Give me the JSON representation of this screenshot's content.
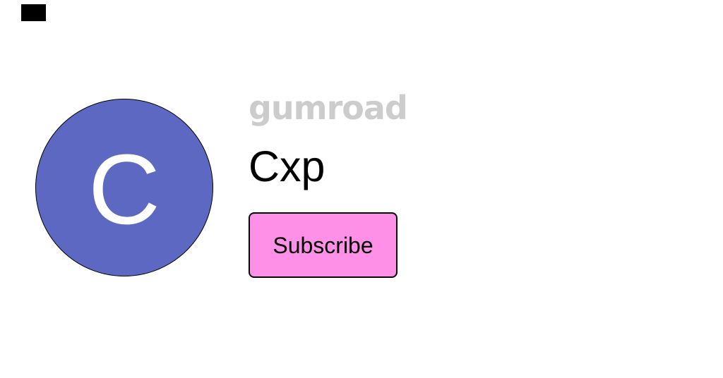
{
  "page": {
    "background_color": "#ffffff"
  },
  "header": {
    "logo_box_color": "#000000"
  },
  "profile": {
    "avatar": {
      "initial": "C",
      "background_color": "#5c68c1",
      "text_color": "#ffffff",
      "border_color": "#000000"
    },
    "brand": {
      "wordmark": "gumroad",
      "color": "#cccccc"
    },
    "creator_name": "Cxp",
    "subscribe_button": {
      "label": "Subscribe",
      "background_color": "#ff90e8",
      "border_color": "#000000",
      "text_color": "#000000"
    }
  }
}
